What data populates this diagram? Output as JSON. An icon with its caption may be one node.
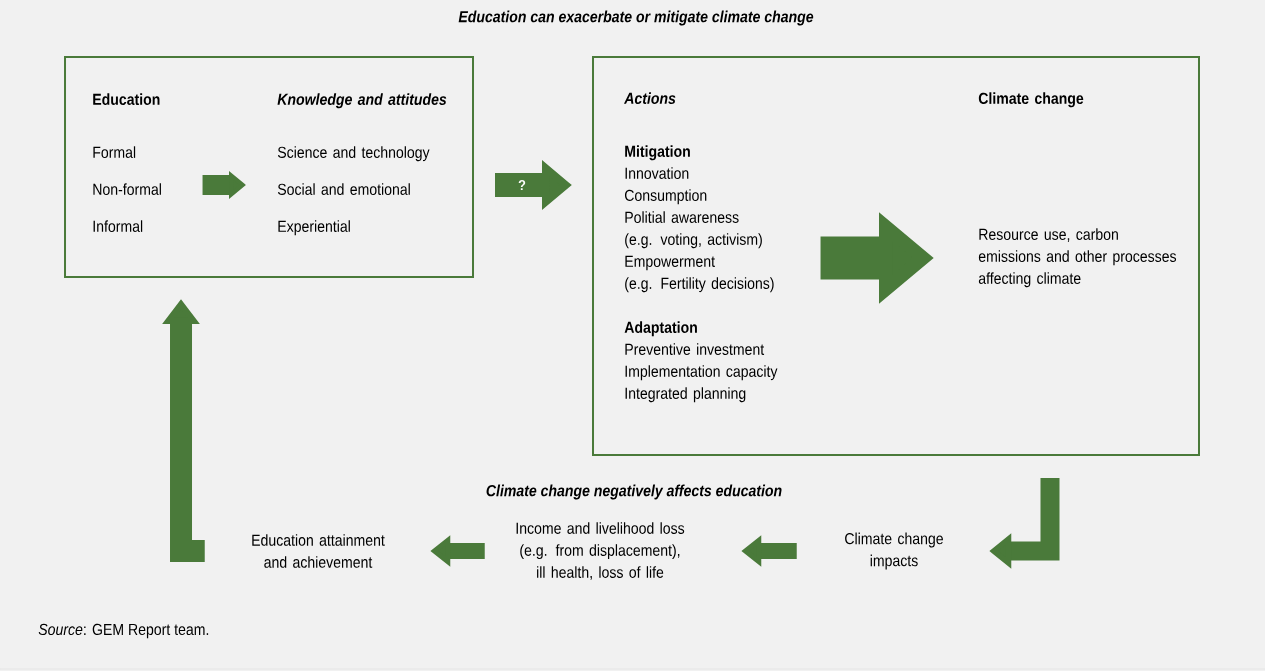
{
  "diagram": {
    "title": "Education can exacerbate or mitigate climate change",
    "caption": "*Source*: GEM Report team.",
    "nodes": [
      {
        "text": [],
        "shape": "box"
      },
      {
        "text": [
          "Education",
          "Formal",
          "Non-formal",
          "Informal"
        ],
        "in": 0
      },
      {
        "text": [
          "Knowledge and attitudes",
          "Science and technology",
          "Social and emotional",
          "Experiential"
        ],
        "in": 0
      },
      {
        "text": [],
        "shape": "box"
      },
      {
        "text": [
          "Actions",
          "Mitigation",
          "Innovation",
          "Consumption",
          "Politial awareness",
          "(e.g. voting, activism)",
          "Empowerment",
          "(e.g. Fertility decisions)",
          "Adaptation",
          "Preventive investment",
          "Implementation capacity",
          "Integrated planning"
        ],
        "in": 3
      },
      {
        "text": [
          "Climate change",
          "Resource use, carbon emissions and other processes affecting climate"
        ],
        "in": 3
      },
      {
        "text": [
          "Climate change impacts"
        ]
      },
      {
        "text": [
          "Income and livelihood loss (e.g. from displacement), ill health, loss of life"
        ]
      },
      {
        "text": [
          "Education attainment and achievement"
        ]
      }
    ],
    "edges": [
      {
        "from": 1,
        "to": 2,
        "arrow": "to"
      },
      {
        "from": 0,
        "to": 3,
        "arrow": "to",
        "label": "?"
      },
      {
        "from": 4,
        "to": 5,
        "arrow": "to",
        "style": "thick"
      },
      {
        "from": 3,
        "to": 6,
        "arrow": "to"
      },
      {
        "from": 6,
        "to": 7,
        "arrow": "to"
      },
      {
        "from": 7,
        "to": 8,
        "arrow": "to"
      },
      {
        "from": 8,
        "to": 0,
        "arrow": "to"
      }
    ],
    "labels": [
      "Climate change negatively affects education"
    ]
  }
}
